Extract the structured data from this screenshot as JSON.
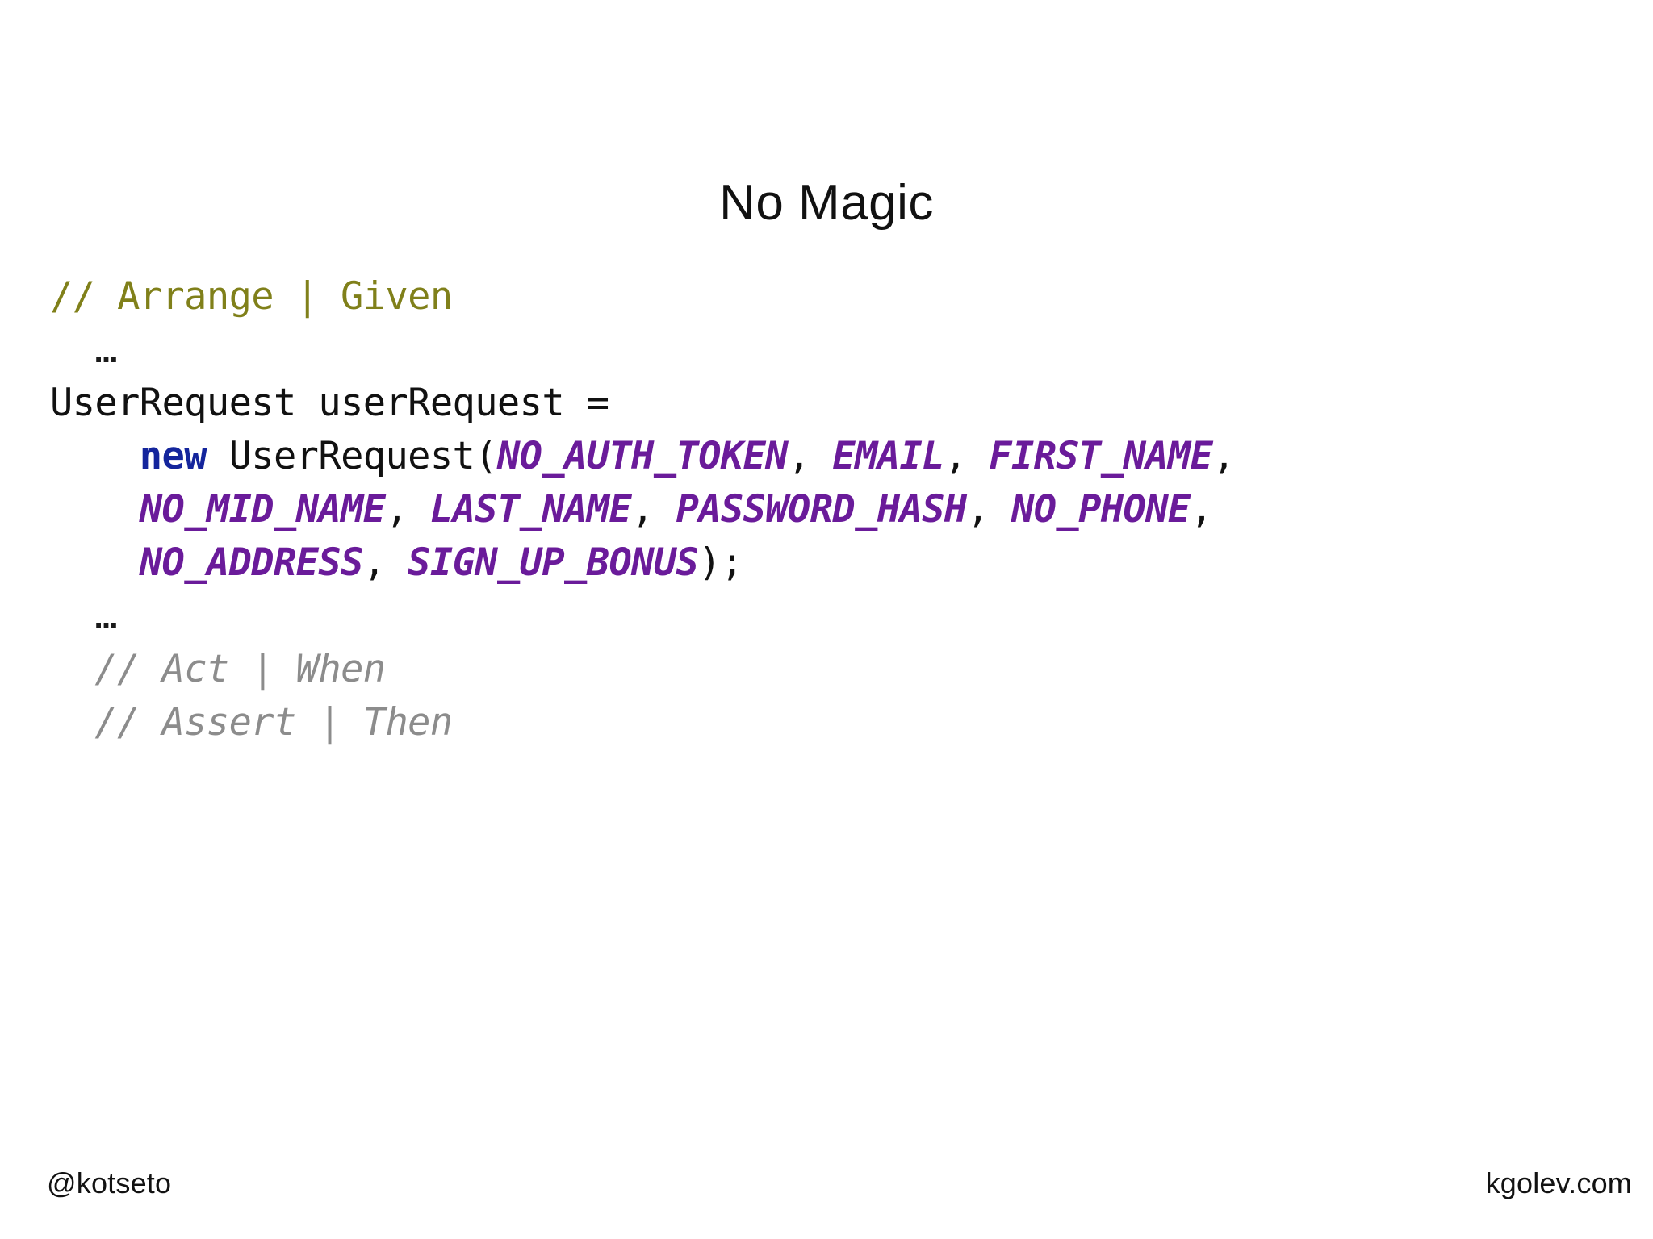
{
  "slide": {
    "title": "No Magic",
    "background_color": "#ffffff"
  },
  "colors": {
    "comment_arrange": "#80801a",
    "comment_gray": "#8c8c8c",
    "keyword_blue": "#14259c",
    "constant_purple": "#6a1b9a",
    "plain_text": "#111111",
    "title_text": "#111111"
  },
  "code": {
    "language": "java",
    "lines": [
      {
        "id": "line-comment-arrange",
        "indent": "",
        "tokens": [
          {
            "kind": "comment",
            "text": "// Arrange | Given"
          }
        ]
      },
      {
        "id": "line-ellipsis-top",
        "indent": "  ",
        "tokens": [
          {
            "kind": "ellipsis",
            "text": "…"
          }
        ]
      },
      {
        "id": "line-declaration",
        "indent": "",
        "tokens": [
          {
            "kind": "plain",
            "text": "UserRequest userRequest ="
          }
        ]
      },
      {
        "id": "line-new-call",
        "indent": "    ",
        "tokens": [
          {
            "kind": "keyword",
            "text": "new"
          },
          {
            "kind": "plain",
            "text": " UserRequest("
          },
          {
            "kind": "constant",
            "text": "NO_AUTH_TOKEN"
          },
          {
            "kind": "punct",
            "text": ", "
          },
          {
            "kind": "constant",
            "text": "EMAIL"
          },
          {
            "kind": "punct",
            "text": ", "
          },
          {
            "kind": "constant",
            "text": "FIRST_NAME"
          },
          {
            "kind": "punct",
            "text": ","
          }
        ]
      },
      {
        "id": "line-args-2",
        "indent": "    ",
        "tokens": [
          {
            "kind": "constant",
            "text": "NO_MID_NAME"
          },
          {
            "kind": "punct",
            "text": ", "
          },
          {
            "kind": "constant",
            "text": "LAST_NAME"
          },
          {
            "kind": "punct",
            "text": ", "
          },
          {
            "kind": "constant",
            "text": "PASSWORD_HASH"
          },
          {
            "kind": "punct",
            "text": ", "
          },
          {
            "kind": "constant",
            "text": "NO_PHONE"
          },
          {
            "kind": "punct",
            "text": ","
          }
        ]
      },
      {
        "id": "line-args-3",
        "indent": "    ",
        "tokens": [
          {
            "kind": "constant",
            "text": "NO_ADDRESS"
          },
          {
            "kind": "punct",
            "text": ", "
          },
          {
            "kind": "constant",
            "text": "SIGN_UP_BONUS"
          },
          {
            "kind": "punct",
            "text": ");"
          }
        ]
      },
      {
        "id": "line-ellipsis-bottom",
        "indent": "  ",
        "tokens": [
          {
            "kind": "ellipsis",
            "text": "…"
          }
        ]
      },
      {
        "id": "line-comment-act",
        "indent": "  ",
        "tokens": [
          {
            "kind": "comment-gray",
            "text": "// Act | When"
          }
        ]
      },
      {
        "id": "line-comment-assert",
        "indent": "  ",
        "tokens": [
          {
            "kind": "comment-gray",
            "text": "// Assert | Then"
          }
        ]
      }
    ]
  },
  "footer": {
    "handle": "@kotseto",
    "website": "kgolev.com"
  }
}
